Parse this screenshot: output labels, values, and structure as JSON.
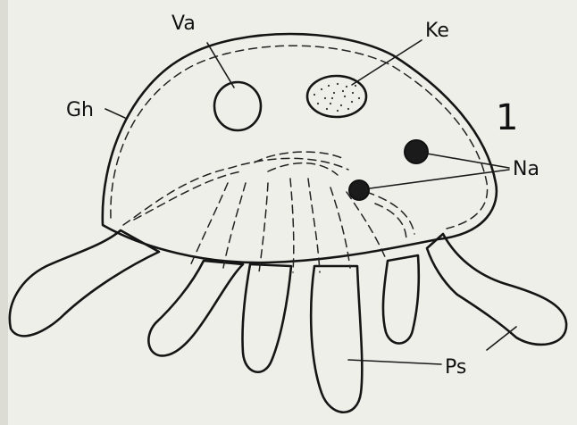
{
  "figure_number": "1",
  "labels": {
    "va": "Va",
    "ke": "Ke",
    "gh": "Gh",
    "na": "Na",
    "ps": "Ps"
  },
  "colors": {
    "paper": "#efefe9",
    "ink": "#151515",
    "nucleolus_fill": "#1b1b1b"
  }
}
